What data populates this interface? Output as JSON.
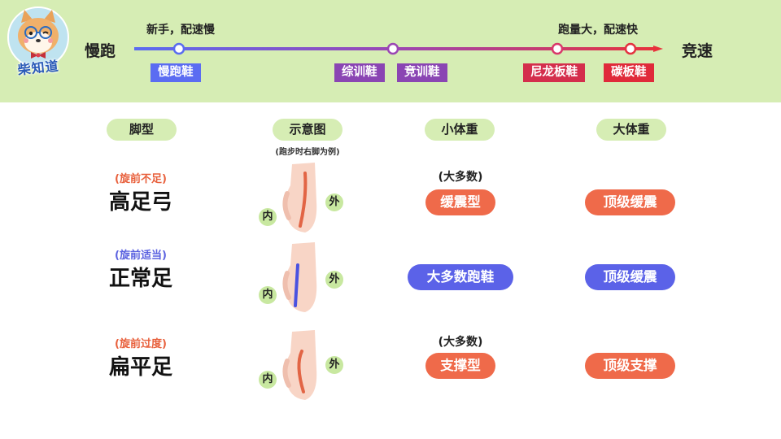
{
  "logo": {
    "text": "柴知道",
    "icon": "shiba-dog-logo"
  },
  "spectrum": {
    "left_label": "慢跑",
    "right_label": "竞速",
    "left_annotation": "新手，配速慢",
    "right_annotation": "跑量大，配速快",
    "gradient_colors": [
      "#5a6cf0",
      "#9b46b4",
      "#e8323c"
    ],
    "shoe_types": [
      {
        "label": "慢跑鞋",
        "color": "#5b6cf2"
      },
      {
        "label": "综训鞋",
        "color": "#8a45b3"
      },
      {
        "label": "竞训鞋",
        "color": "#8a45b3"
      },
      {
        "label": "尼龙板鞋",
        "color": "#d42e4c"
      },
      {
        "label": "碳板鞋",
        "color": "#e02a3a"
      }
    ]
  },
  "columns": {
    "foot_type": "脚型",
    "diagram": "示意图",
    "diagram_note": "(跑步时右脚为例)",
    "light_weight": "小体重",
    "heavy_weight": "大体重"
  },
  "rows": [
    {
      "note": "(旋前不足)",
      "note_color": "#e8603c",
      "title": "高足弓",
      "inner_label": "内",
      "outer_label": "外",
      "light_majority": "(大多数)",
      "light_shoe": "缓震型",
      "light_color": "#ef6a4a",
      "heavy_shoe": "顶级缓震",
      "heavy_color": "#ef6a4a"
    },
    {
      "note": "(旋前适当)",
      "note_color": "#5b62e0",
      "title": "正常足",
      "inner_label": "内",
      "outer_label": "外",
      "light_majority": "",
      "light_shoe": "大多数跑鞋",
      "light_color": "#5b62e8",
      "heavy_shoe": "顶级缓震",
      "heavy_color": "#5b62e8"
    },
    {
      "note": "(旋前过度)",
      "note_color": "#e8603c",
      "title": "扁平足",
      "inner_label": "内",
      "outer_label": "外",
      "light_majority": "(大多数)",
      "light_shoe": "支撑型",
      "light_color": "#ef6a4a",
      "heavy_shoe": "顶级支撑",
      "heavy_color": "#ef6a4a"
    }
  ]
}
